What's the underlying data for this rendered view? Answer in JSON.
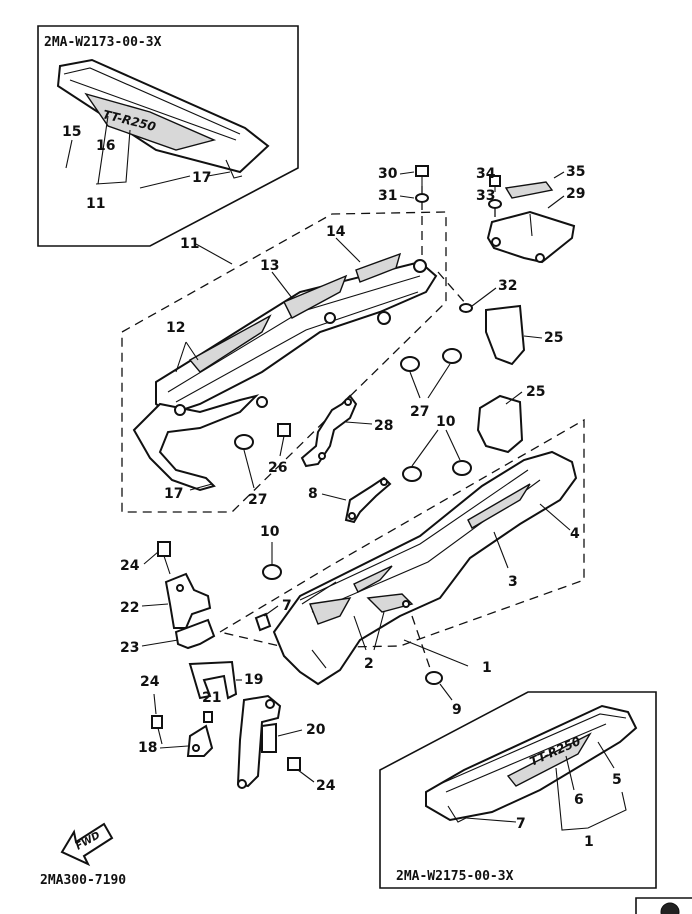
{
  "insets": {
    "top_left_code": "2MA-W2173-00-3X",
    "bottom_right_code": "2MA-W2175-00-3X"
  },
  "catalog_code": "2MA300-7190",
  "fwd_label": "FWD",
  "model_decal_text": "TT-R250",
  "callouts": {
    "c1": "1",
    "c2": "2",
    "c3": "3",
    "c4": "4",
    "c5": "5",
    "c6": "6",
    "c7": "7",
    "c8": "8",
    "c9": "9",
    "c10": "10",
    "c11": "11",
    "c12": "12",
    "c13": "13",
    "c14": "14",
    "c15": "15",
    "c16": "16",
    "c17": "17",
    "c18": "18",
    "c19": "19",
    "c20": "20",
    "c21": "21",
    "c22": "22",
    "c23": "23",
    "c24": "24",
    "c25": "25",
    "c26": "26",
    "c27": "27",
    "c28": "28",
    "c29": "29",
    "c30": "30",
    "c31": "31",
    "c32": "32",
    "c33": "33",
    "c34": "34",
    "c35": "35"
  }
}
